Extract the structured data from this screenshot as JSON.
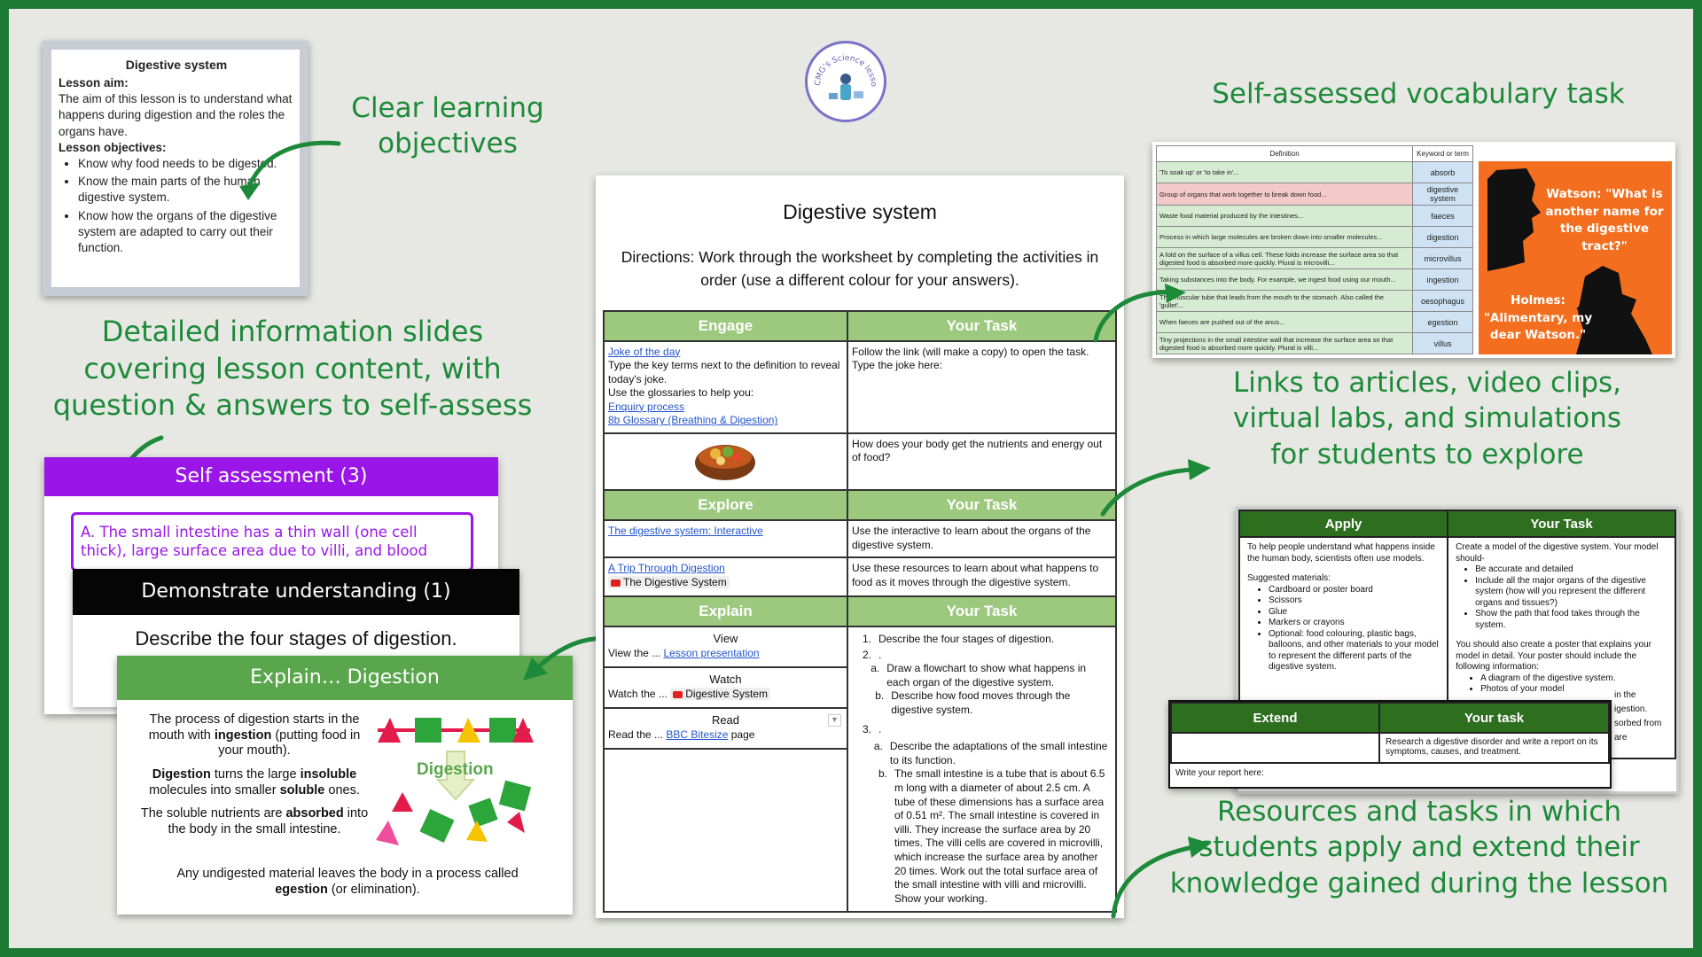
{
  "colors": {
    "accent": "#1d8a3a",
    "frame": "#1d7a35",
    "sheet_header": "#9dc97f",
    "dark_green": "#2e6e1f"
  },
  "logo": {
    "text": "CMG's Science lessons"
  },
  "callouts": {
    "objectives": [
      "Clear learning",
      "objectives"
    ],
    "slides": [
      "Detailed information slides",
      "covering lesson content, with",
      "question & answers to self-assess"
    ],
    "vocab": "Self-assessed vocabulary task",
    "links": [
      "Links to articles, video clips,",
      "virtual labs, and simulations",
      "for students to explore"
    ],
    "resources": [
      "Resources and tasks in which",
      "students apply and extend their",
      "knowledge gained during the lesson"
    ]
  },
  "aim_card": {
    "title": "Digestive system",
    "aim_heading": "Lesson aim:",
    "aim_text": "The aim of this lesson is to understand what happens during digestion and the roles the organs have.",
    "objectives_heading": "Lesson objectives:",
    "objectives": [
      "Know why food needs to be digested.",
      "Know the main parts of the human digestive system.",
      "Know how the organs of the digestive system are adapted to carry out their function."
    ]
  },
  "slide_self": {
    "title": "Self assessment (3)",
    "answer_letter": "A.",
    "answer": "The small intestine has a thin wall (one cell thick), large surface area due to villi, and blood"
  },
  "slide_demo": {
    "title": "Demonstrate understanding (1)",
    "text": "Describe the four stages of digestion."
  },
  "slide_explain": {
    "title": "Explain… Digestion",
    "p1_a": "The process of digestion starts in the mouth with ",
    "p1_b": "ingestion",
    "p1_c": " (putting food in your mouth).",
    "p2_a": "Digestion",
    "p2_b": " turns the large ",
    "p2_c": "insoluble",
    "p2_d": " molecules into smaller ",
    "p2_e": "soluble",
    "p2_f": " ones.",
    "p3_a": "The soluble nutrients are ",
    "p3_b": "absorbed",
    "p3_c": " into the body in the small intestine.",
    "p4_a": "Any undigested material leaves the body in a process called ",
    "p4_b": "egestion",
    "p4_c": " (or elimination).",
    "diagram_label": "Digestion"
  },
  "worksheet": {
    "title": "Digestive system",
    "directions": "Directions: Work through the worksheet by completing the activities in order (use a different colour for your answers).",
    "engage": {
      "header_left": "Engage",
      "header_right": "Your Task",
      "link1": "Joke of the day",
      "text1": "Type the key terms next to the definition to reveal today's joke.",
      "text2": "Use the glossaries to help you:",
      "link2": "Enquiry process",
      "link3": "8b Glossary (Breathing & Digestion)",
      "task1": "Follow the link (will make a copy) to open the task. Type the joke here:",
      "task2": "How does your body get the nutrients and energy out of food?"
    },
    "explore": {
      "header_left": "Explore",
      "header_right": "Your Task",
      "link1": "The digestive system: Interactive",
      "task1": "Use the interactive to learn about the organs of the digestive system.",
      "link2": "A Trip Through Digestion",
      "video": "The Digestive System",
      "task2": "Use these resources to learn about what happens to food as it moves through the digestive system."
    },
    "explain": {
      "header_left": "Explain",
      "header_right": "Your Task",
      "view_label": "View",
      "view_text": "View the ...",
      "view_link": "Lesson presentation",
      "watch_label": "Watch",
      "watch_text": "Watch the ...",
      "watch_chip": "Digestive System",
      "read_label": "Read",
      "read_text": "Read the ...",
      "read_link": "BBC Bitesize",
      "read_suffix": " page",
      "tasks": {
        "n1": "1.",
        "t1": "Describe the four stages of digestion.",
        "n2": "2.",
        "t2": ".",
        "a2": "a.",
        "t2a": "Draw a flowchart to show what happens in each organ of the digestive system.",
        "b2": "b.",
        "t2b": "Describe how food moves through the digestive system.",
        "n3": "3.",
        "t3": ".",
        "a3": "a.",
        "t3a": "Describe the adaptations of the small intestine to its function.",
        "b3": "b.",
        "t3b": "The small intestine is a tube that is about 6.5 m long with a diameter of about 2.5 cm. A tube of these dimensions has a surface area of 0.51 m². The small intestine is covered in villi. They increase the surface area by 20 times. The villi cells are covered in microvilli, which increase the surface area by another 20 times. Work out the total surface area of the small intestine with villi and microvilli. Show your working."
      }
    }
  },
  "vocab": {
    "col_def": "Definition",
    "col_term": "Keyword or term",
    "rows": [
      {
        "def": "'To soak up' or 'to take in'...",
        "term": "absorb",
        "status": "g"
      },
      {
        "def": "Group of organs that work together to break down food...",
        "term": "digestive system",
        "status": "r"
      },
      {
        "def": "Waste food material produced by the intestines...",
        "term": "faeces",
        "status": "g"
      },
      {
        "def": "Process in which large molecules are broken down into smaller molecules...",
        "term": "digestion",
        "status": "g"
      },
      {
        "def": "A fold on the surface of a villus cell. These folds increase the surface area so that digested food is absorbed more quickly. Plural is microvilli...",
        "term": "microvillus",
        "status": "g"
      },
      {
        "def": "Taking substances into the body. For example, we ingest food using our mouth...",
        "term": "ingestion",
        "status": "g"
      },
      {
        "def": "The muscular tube that leads from the mouth to the stomach. Also called the 'gullet'...",
        "term": "oesophagus",
        "status": "g"
      },
      {
        "def": "When faeces are pushed out of the anus...",
        "term": "egestion",
        "status": "g"
      },
      {
        "def": "Tiny projections in the small intestine wall that increase the surface area so that digested food is absorbed more quickly. Plural is villi...",
        "term": "villus",
        "status": "g"
      }
    ],
    "poster_q": "Watson: \"What is another name for the digestive tract?\"",
    "poster_a": "Holmes: \"Alimentary, my dear Watson.\""
  },
  "apply": {
    "header_left": "Apply",
    "header_right": "Your Task",
    "left_intro": "To help people understand what happens inside the human body, scientists often use models.",
    "materials_heading": "Suggested materials:",
    "materials": [
      "Cardboard or poster board",
      "Scissors",
      "Glue",
      "Markers or crayons",
      "Optional: food colouring, plastic bags, balloons, and other materials to your model to represent the different parts of the digestive system."
    ],
    "right_intro": "Create a model of the digestive system. Your model should-",
    "right_items": [
      "Be accurate and detailed",
      "Include all the major organs of the digestive system (how will you represent the different organs and tissues?)",
      "Show the path that food takes through the system."
    ],
    "right_poster": "You should also create a poster that explains your model in detail. Your poster should include the following information:",
    "right_poster_items": [
      "A diagram of the digestive system.",
      "Photos of your model"
    ],
    "frag1": "in the",
    "frag2": "igestion.",
    "frag3": "sorbed from",
    "frag4": "are"
  },
  "extend": {
    "header_left": "Extend",
    "header_right": "Your task",
    "task": "Research a digestive disorder and write a report on its symptoms, causes, and treatment.",
    "write_here": "Write your report here:"
  }
}
